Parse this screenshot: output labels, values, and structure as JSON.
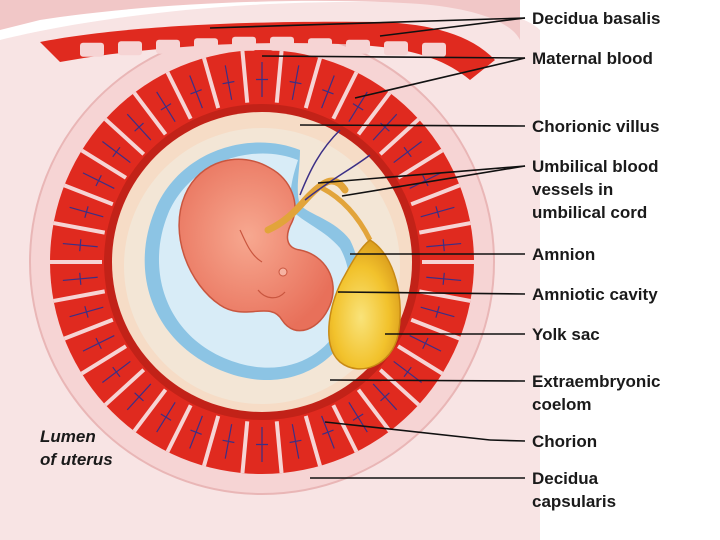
{
  "labels": {
    "decidua_basalis": "Decidua basalis",
    "maternal_blood": "Maternal blood",
    "chorionic_villus": "Chorionic villus",
    "umbilical_vessels": [
      "Umbilical blood",
      "vessels in",
      "umbilical cord"
    ],
    "amnion": "Amnion",
    "amniotic_cavity": "Amniotic cavity",
    "yolk_sac": "Yolk sac",
    "extraembryonic_coelom": [
      "Extraembryonic",
      "coelom"
    ],
    "chorion": "Chorion",
    "decidua_capsularis": [
      "Decidua",
      "capsularis"
    ],
    "lumen_of_uterus": [
      "Lumen",
      "of uterus"
    ]
  },
  "colors": {
    "decidua": "#f4cfcf",
    "blood": "#e02a1f",
    "coelom": "#f3e6d6",
    "amnion_blue": "#8cc4e4",
    "amniotic_fluid": "#d8ecf7",
    "embryo": "#f08a75",
    "yolk": "#f2c22c",
    "cord": "#e2a43a"
  }
}
